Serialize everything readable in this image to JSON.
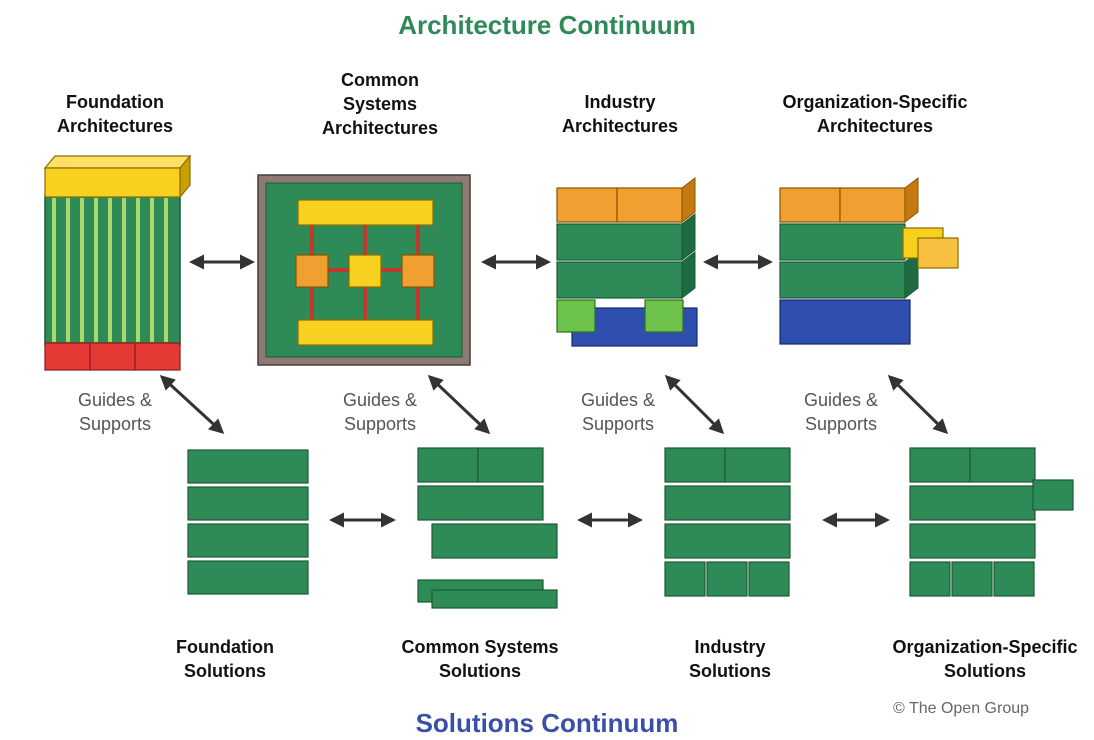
{
  "titles": {
    "architecture_continuum": "Architecture Continuum",
    "solutions_continuum": "Solutions Continuum"
  },
  "architectures": {
    "foundation": [
      "Foundation",
      "Architectures"
    ],
    "common_systems": [
      "Common",
      "Systems",
      "Architectures"
    ],
    "industry": [
      "Industry",
      "Architectures"
    ],
    "organization_specific": [
      "Organization-Specific",
      "Architectures"
    ]
  },
  "solutions": {
    "foundation": [
      "Foundation",
      "Solutions"
    ],
    "common_systems": [
      "Common Systems",
      "Solutions"
    ],
    "industry": [
      "Industry",
      "Solutions"
    ],
    "organization_specific": [
      "Organization-Specific",
      "Solutions"
    ]
  },
  "guides": [
    [
      "Guides &",
      "Supports"
    ],
    [
      "Guides &",
      "Supports"
    ],
    [
      "Guides &",
      "Supports"
    ],
    [
      "Guides &",
      "Supports"
    ]
  ],
  "copyright": "© The Open Group",
  "colors": {
    "architecture_title": "#2e8b57",
    "solutions_title": "#3b4fa8",
    "green": "#2e8b57",
    "orange": "#f0a030",
    "yellow": "#f7d020",
    "blue": "#2e4fb0",
    "red": "#e53935",
    "light_green": "#6cc24a"
  }
}
